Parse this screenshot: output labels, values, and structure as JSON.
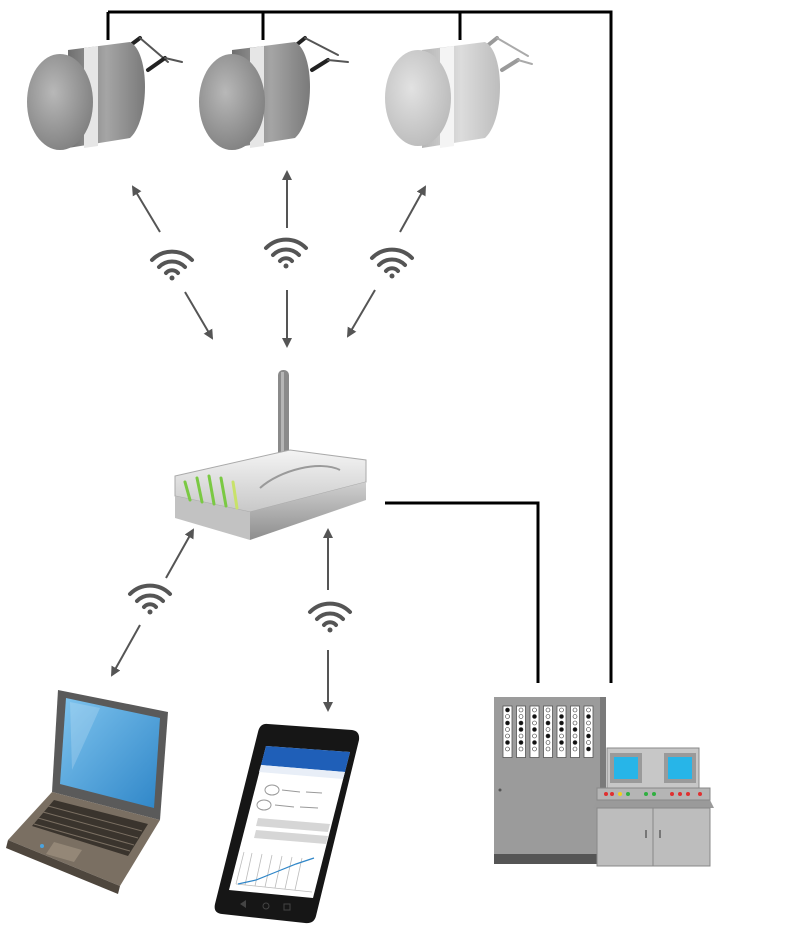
{
  "diagram": {
    "title": "",
    "nodes": [
      {
        "id": "sensor-1",
        "kind": "ultrasonic-sensor"
      },
      {
        "id": "sensor-2",
        "kind": "ultrasonic-sensor"
      },
      {
        "id": "sensor-3",
        "kind": "ultrasonic-sensor"
      },
      {
        "id": "router",
        "kind": "wireless-router"
      },
      {
        "id": "laptop",
        "kind": "laptop"
      },
      {
        "id": "smartphone",
        "kind": "smartphone"
      },
      {
        "id": "control-station",
        "kind": "control-cabinet"
      }
    ],
    "links": [
      {
        "from": "sensor-1",
        "to": "router",
        "type": "wireless",
        "direction": "bidirectional"
      },
      {
        "from": "sensor-2",
        "to": "router",
        "type": "wireless",
        "direction": "bidirectional"
      },
      {
        "from": "sensor-3",
        "to": "router",
        "type": "wireless",
        "direction": "bidirectional"
      },
      {
        "from": "router",
        "to": "laptop",
        "type": "wireless",
        "direction": "bidirectional"
      },
      {
        "from": "router",
        "to": "smartphone",
        "type": "wireless",
        "direction": "bidirectional"
      },
      {
        "from": "router",
        "to": "control-station",
        "type": "wired"
      },
      {
        "from": "sensor-1",
        "to": "control-station",
        "type": "wired"
      },
      {
        "from": "sensor-2",
        "to": "control-station",
        "type": "wired"
      },
      {
        "from": "sensor-3",
        "to": "control-station",
        "type": "wired"
      }
    ],
    "colors": {
      "wire": "#000000",
      "arrow": "#555555",
      "wifi": "#555555",
      "sensor_body": "#8a8a8a",
      "screen": "#4aa3df",
      "led_green": "#7ac943"
    }
  }
}
